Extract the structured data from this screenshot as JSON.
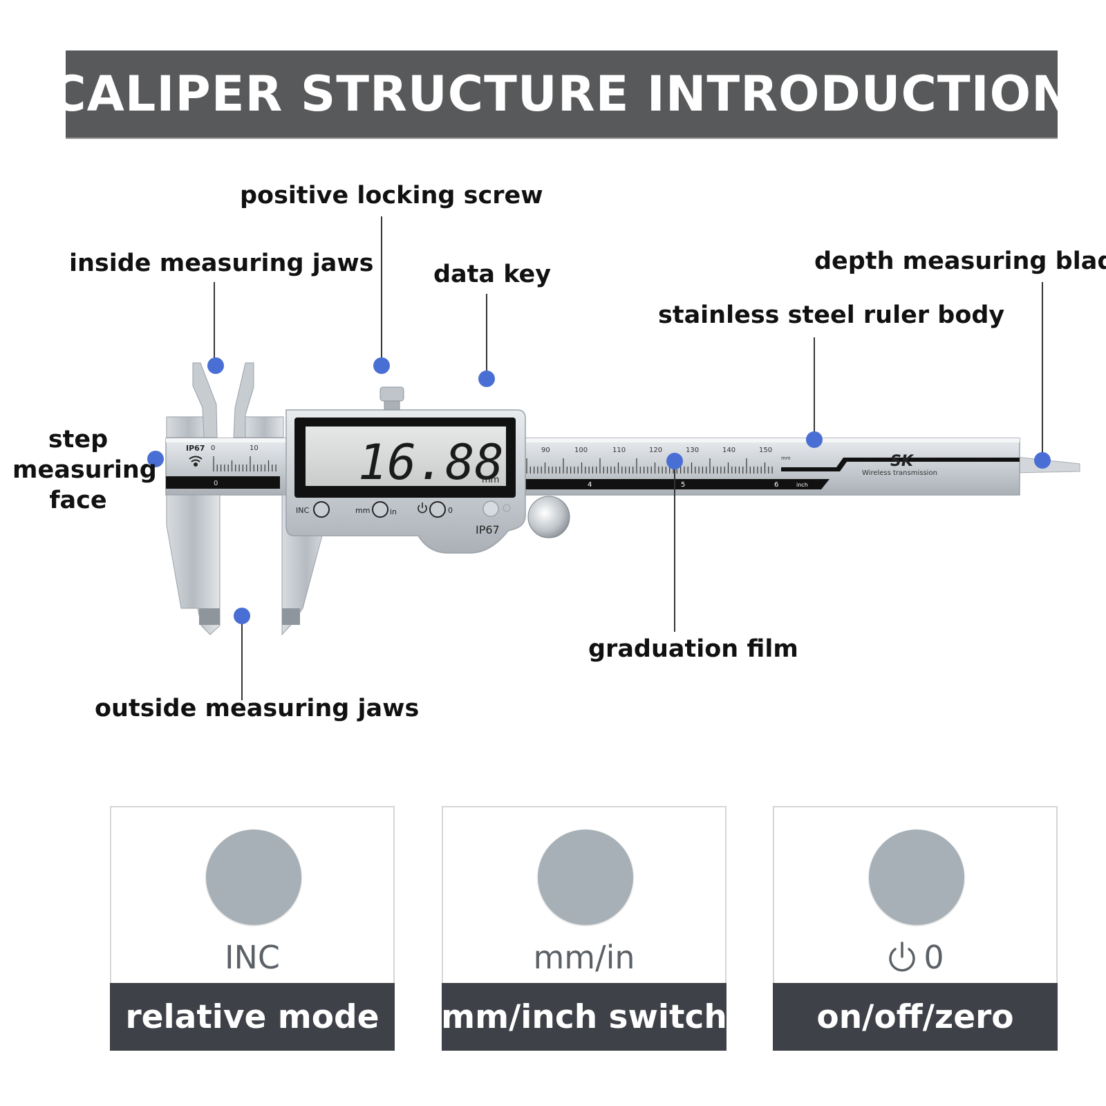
{
  "title": "CALIPER STRUCTURE INTRODUCTION",
  "callouts": {
    "positive_locking_screw": "positive locking screw",
    "inside_measuring_jaws": "inside measuring jaws",
    "data_key": "data key",
    "depth_measuring_blade": "depth measuring blade",
    "stainless_steel_ruler_body": "stainless steel ruler body",
    "step_measuring_face_line1": "step",
    "step_measuring_face_line2": "measuring",
    "step_measuring_face_line3": "face",
    "graduation_film": "graduation film",
    "outside_measuring_jaws": "outside measuring jaws"
  },
  "caliper": {
    "display_reading": "16.88",
    "display_unit": "mm",
    "rating": "IP67",
    "brand": "SK",
    "wireless_text": "Wireless transmission",
    "scale_mm_labels": [
      "0",
      "10",
      "90",
      "100",
      "110",
      "120",
      "130",
      "140",
      "150"
    ],
    "scale_unit_mm": "mm",
    "scale_inch_labels": [
      "0",
      "4",
      "5",
      "6"
    ],
    "scale_unit_inch": "inch",
    "button_labels": {
      "inc": "INC",
      "mm": "mm",
      "in": "in",
      "zero": "0"
    }
  },
  "buttons": [
    {
      "symbol": "INC",
      "caption": "relative mode"
    },
    {
      "symbol": "mm/in",
      "caption": "mm/inch switch"
    },
    {
      "symbol": "0",
      "symbol_icon": "power-icon",
      "caption": "on/off/zero"
    }
  ],
  "colors": {
    "banner": "#58595b",
    "marker": "#4a6fd4",
    "caption_bar": "#3f4148",
    "button_circle": "#a7b0b6"
  }
}
